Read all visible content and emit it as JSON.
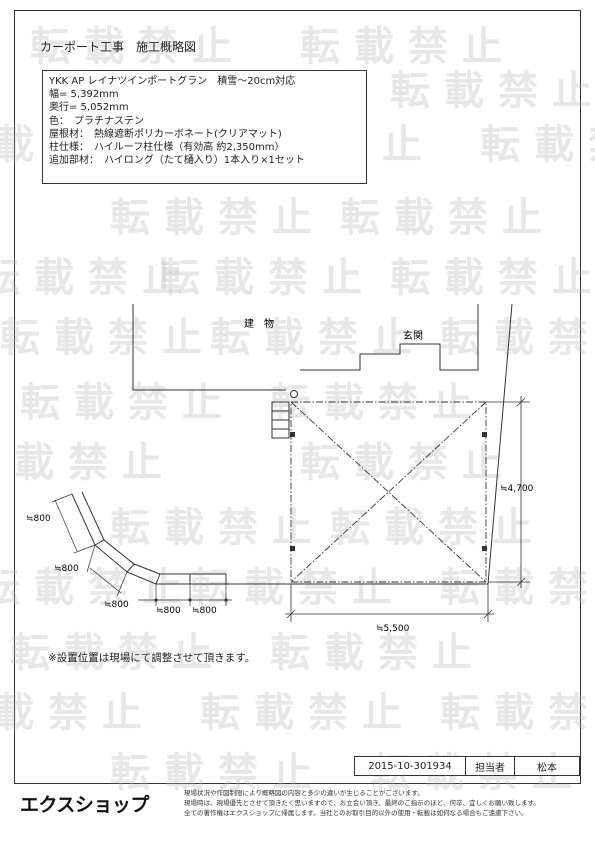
{
  "watermark_text": "転載禁止",
  "title": "カーポート工事　施工概略図",
  "spec_lines": [
    "YKK AP レイナツインポートグラン　積雪～20cm対応",
    "幅= 5,392mm",
    "奥行= 5,052mm",
    "色：　プラチナステン",
    "屋根材：　熱線遮断ポリカーボネート(クリアマット)",
    "柱仕様：　ハイルーフ柱仕様（有効高 約2,350mm）",
    "追加部材：　ハイロング（たて樋入り）1本入り×1セット"
  ],
  "labels": {
    "building": "建　物",
    "entrance": "玄関"
  },
  "dimensions": {
    "depth": "≒4,700",
    "width": "≒5,500",
    "arc1": "≒800",
    "arc2": "≒800",
    "arc3": "≒800",
    "arc4": "≒800",
    "arc5": "≒800"
  },
  "note": "※設置位置は現場にて調整させて頂きます。",
  "title_block": {
    "number": "2015-10-301934",
    "person_label": "担当者",
    "person": "松本"
  },
  "logo": "エクスショップ",
  "disclaimer": [
    "現場状況や作図制限により概略図の内容と多少の違いが生じることがございます。",
    "現場時は、現場優先とさせて頂きたく思いますので、お立会い頂き、最終のご指示のほど、何卒、宜しくお願い致します。",
    "全ての著作権はエクスショップに帰属します。当社とのお取引目的以外の使用・転載は如何なる場合もご遠慮下さい。"
  ]
}
